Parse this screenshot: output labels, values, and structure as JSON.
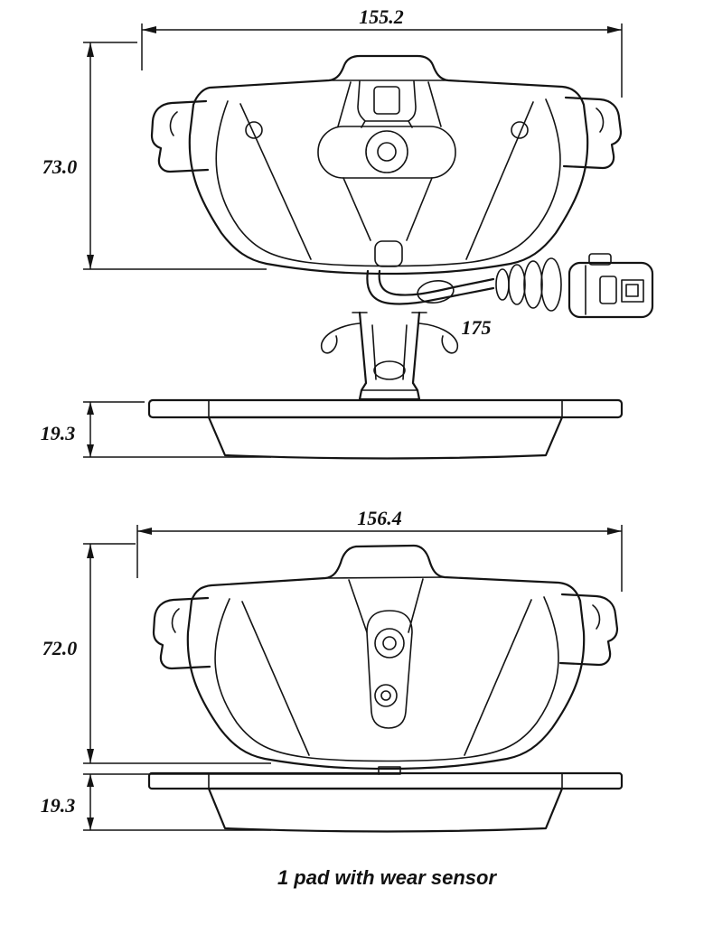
{
  "page": {
    "background": "#ffffff",
    "line_color": "#141414"
  },
  "caption": "1 pad with wear sensor",
  "pad1": {
    "width_mm": "155.2",
    "height_mm": "73.0",
    "sensor_length_mm": "175",
    "thickness_mm": "19.3"
  },
  "pad2": {
    "width_mm": "156.4",
    "height_mm": "72.0",
    "thickness_mm": "19.3"
  }
}
